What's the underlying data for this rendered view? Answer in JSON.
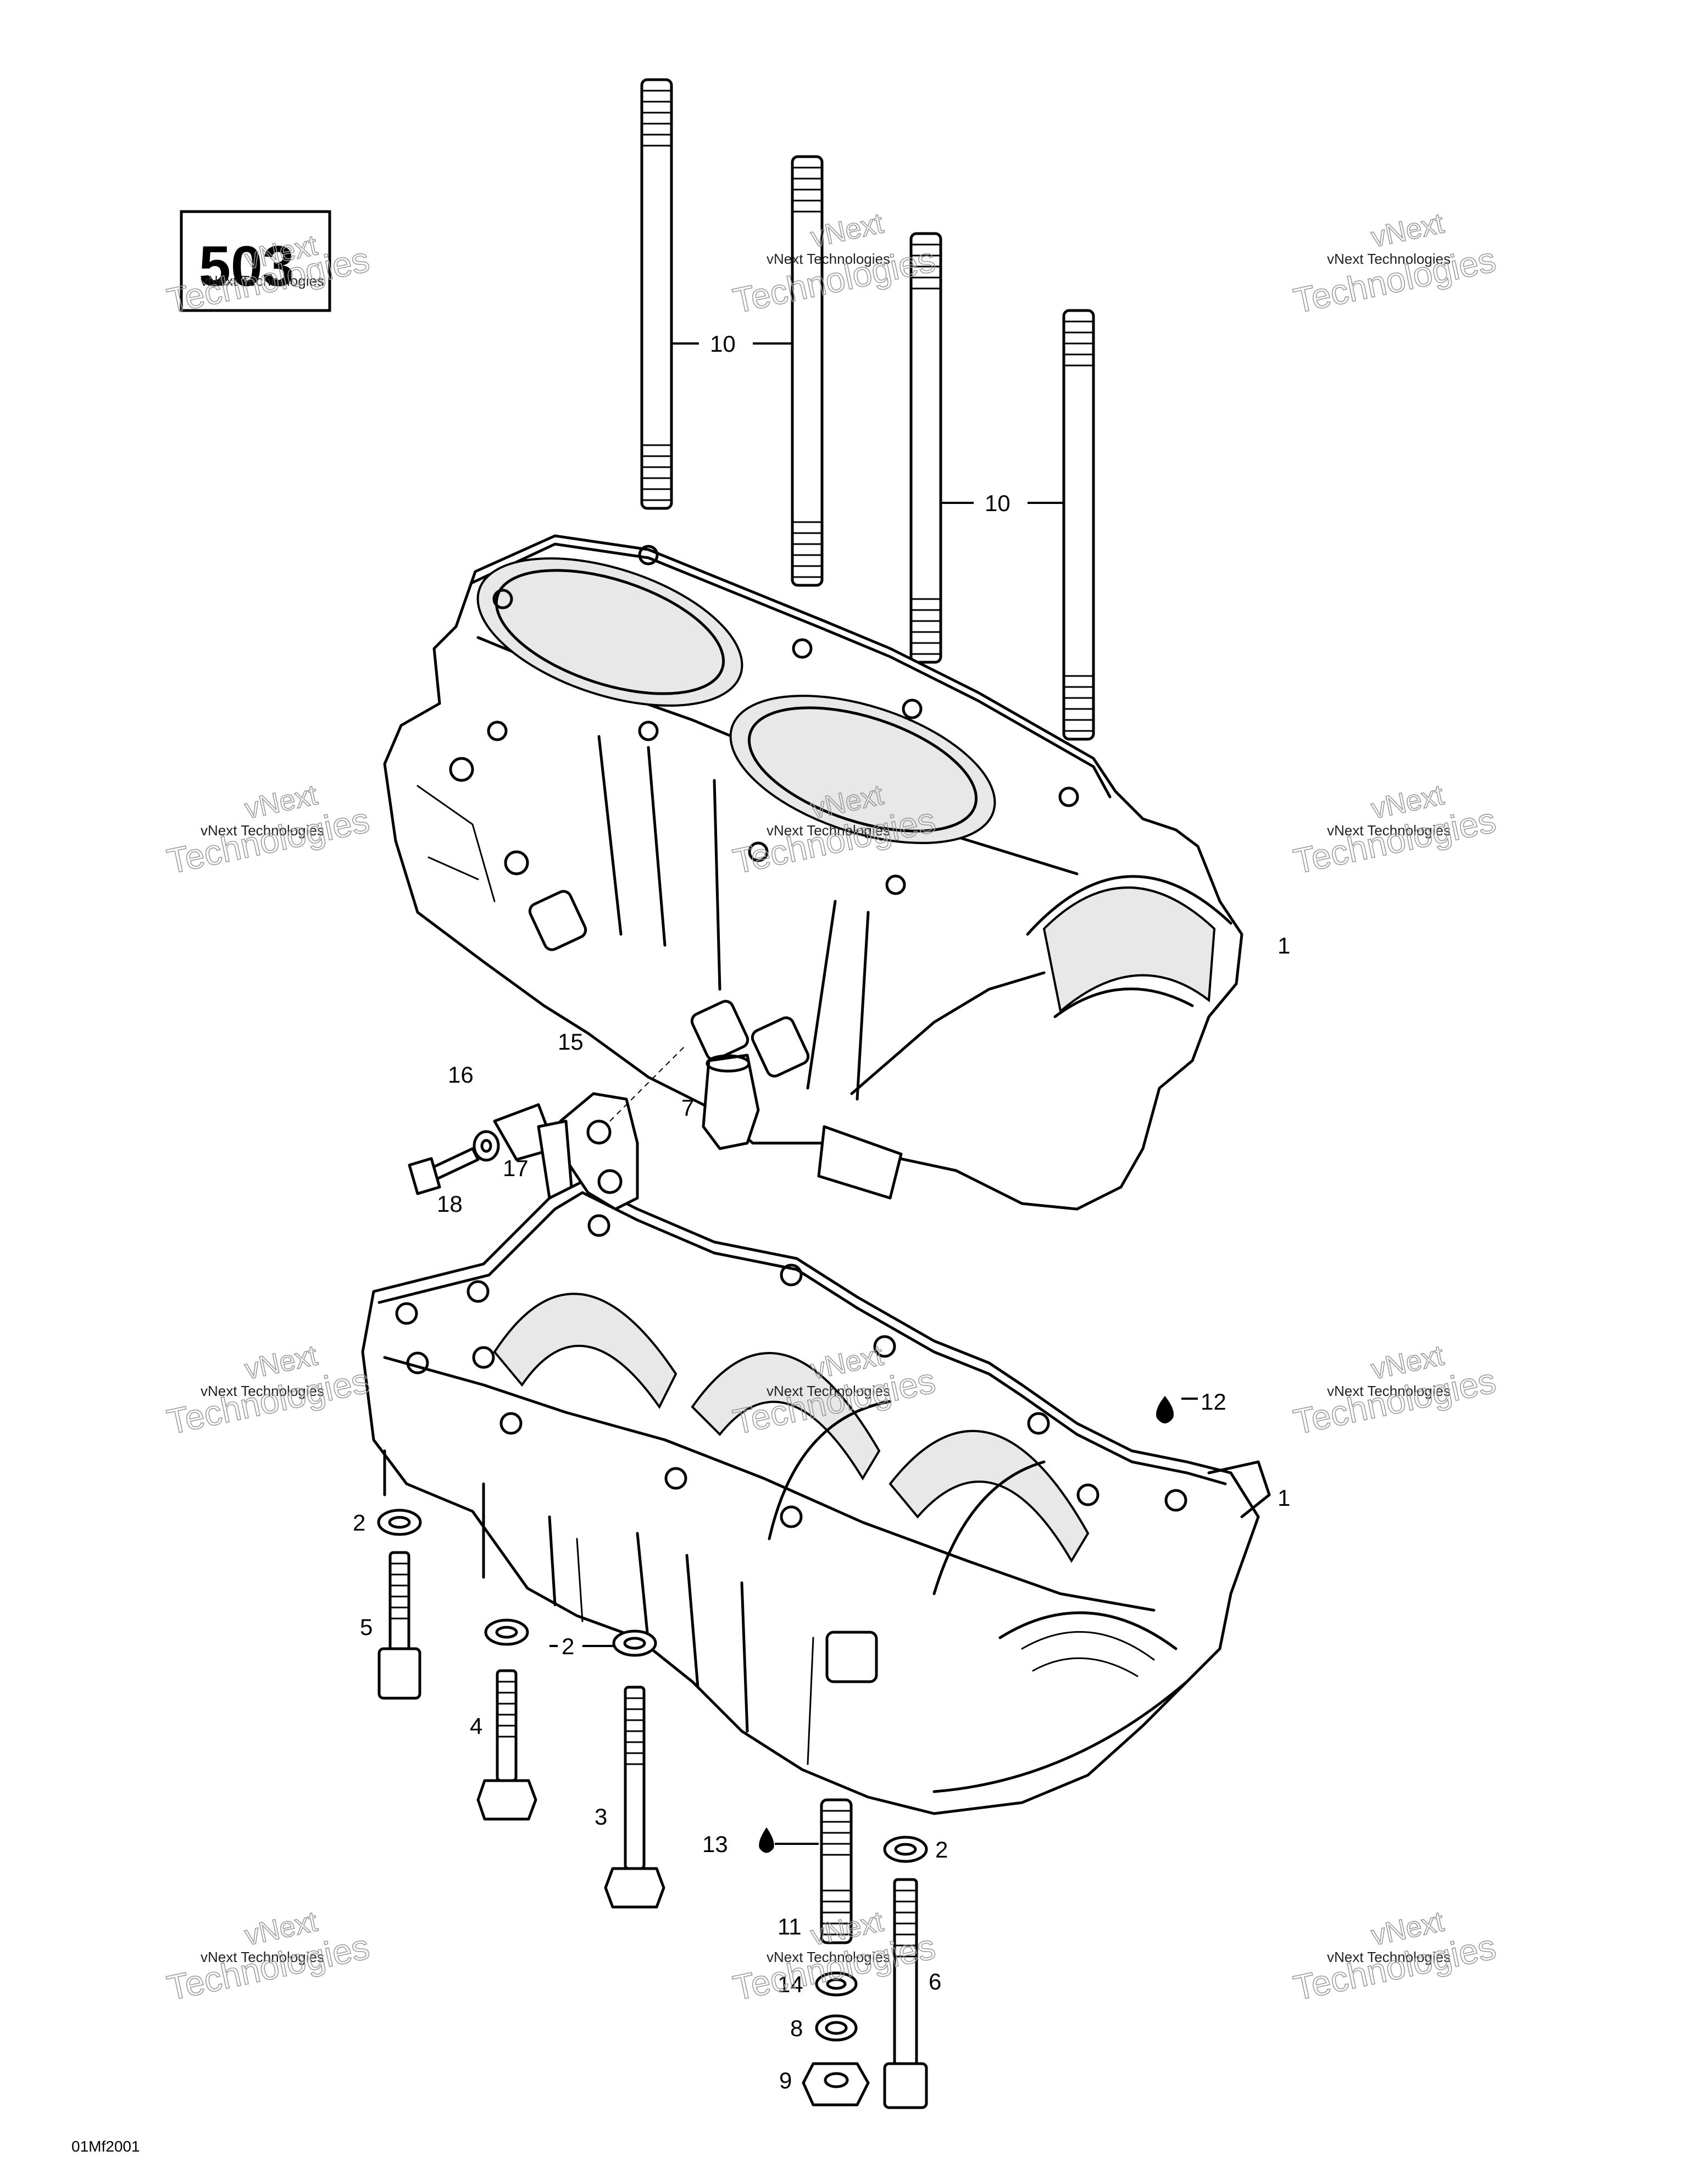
{
  "diagram": {
    "model_code": "503",
    "figure_code": "01Mf2001",
    "watermark": {
      "line1": "vNext Technologies",
      "line2": "vNext",
      "line3": "Technologies"
    },
    "callouts": {
      "c1_upper": "1",
      "c1_lower": "1",
      "c2_a": "2",
      "c2_b": "2",
      "c2_c": "2",
      "c3": "3",
      "c4": "4",
      "c5": "5",
      "c6": "6",
      "c7": "7",
      "c8": "8",
      "c9": "9",
      "c10_a": "10",
      "c10_b": "10",
      "c11": "11",
      "c12": "12",
      "c13": "13",
      "c14": "14",
      "c15": "15",
      "c16": "16",
      "c17": "17",
      "c18": "18"
    }
  }
}
